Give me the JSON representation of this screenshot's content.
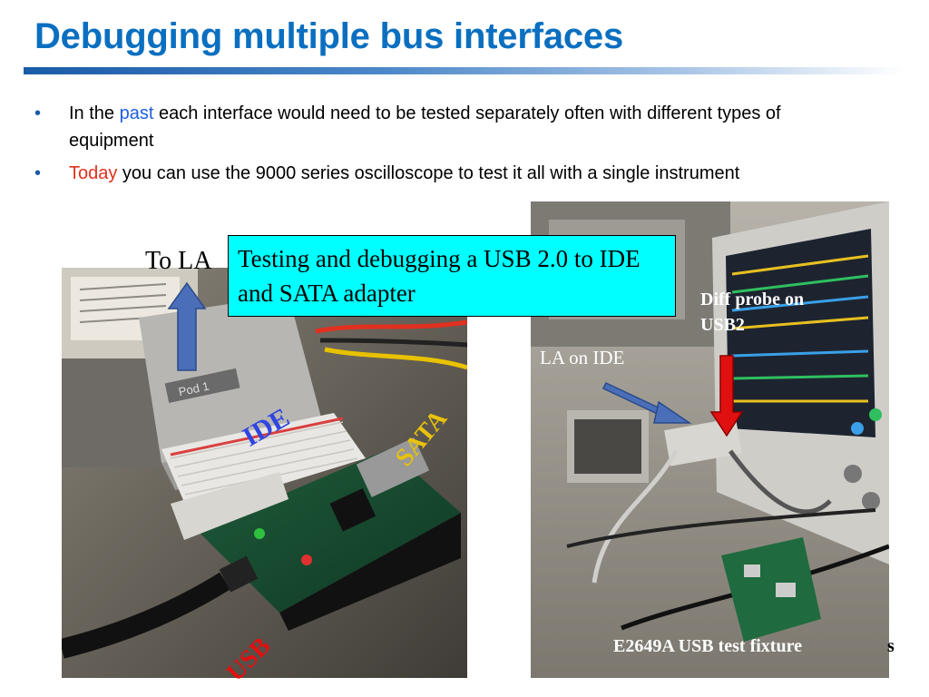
{
  "slide": {
    "title": "Debugging multiple bus interfaces",
    "bullets": [
      {
        "pre": "In the ",
        "highlight": "past",
        "post": " each interface would need to be tested separately often with different types of equipment",
        "highlight_color": "#1f5fe0"
      },
      {
        "pre": "",
        "highlight": "Today",
        "post": " you can use the 9000 series oscilloscope to test it all with a single instrument",
        "highlight_color": "#e0301e"
      }
    ]
  },
  "photos": {
    "left_labels": {
      "to_la": "To LA",
      "ide": "IDE",
      "sata": "SATA",
      "usb": "USB",
      "pod": "Pod 1"
    },
    "right_labels": {
      "diff_probe": "Diff probe on USB2",
      "la_on_ide": "LA on IDE",
      "fixture": "E2649A USB test fixture",
      "fixture_overflow": "s"
    }
  },
  "callout": {
    "text": "Testing and debugging a USB 2.0 to IDE and SATA adapter"
  },
  "colors": {
    "title": "#0a6fc0",
    "callout_bg": "#00ffff",
    "arrow_blue": "#4a6fb8",
    "arrow_red": "#e01010"
  }
}
